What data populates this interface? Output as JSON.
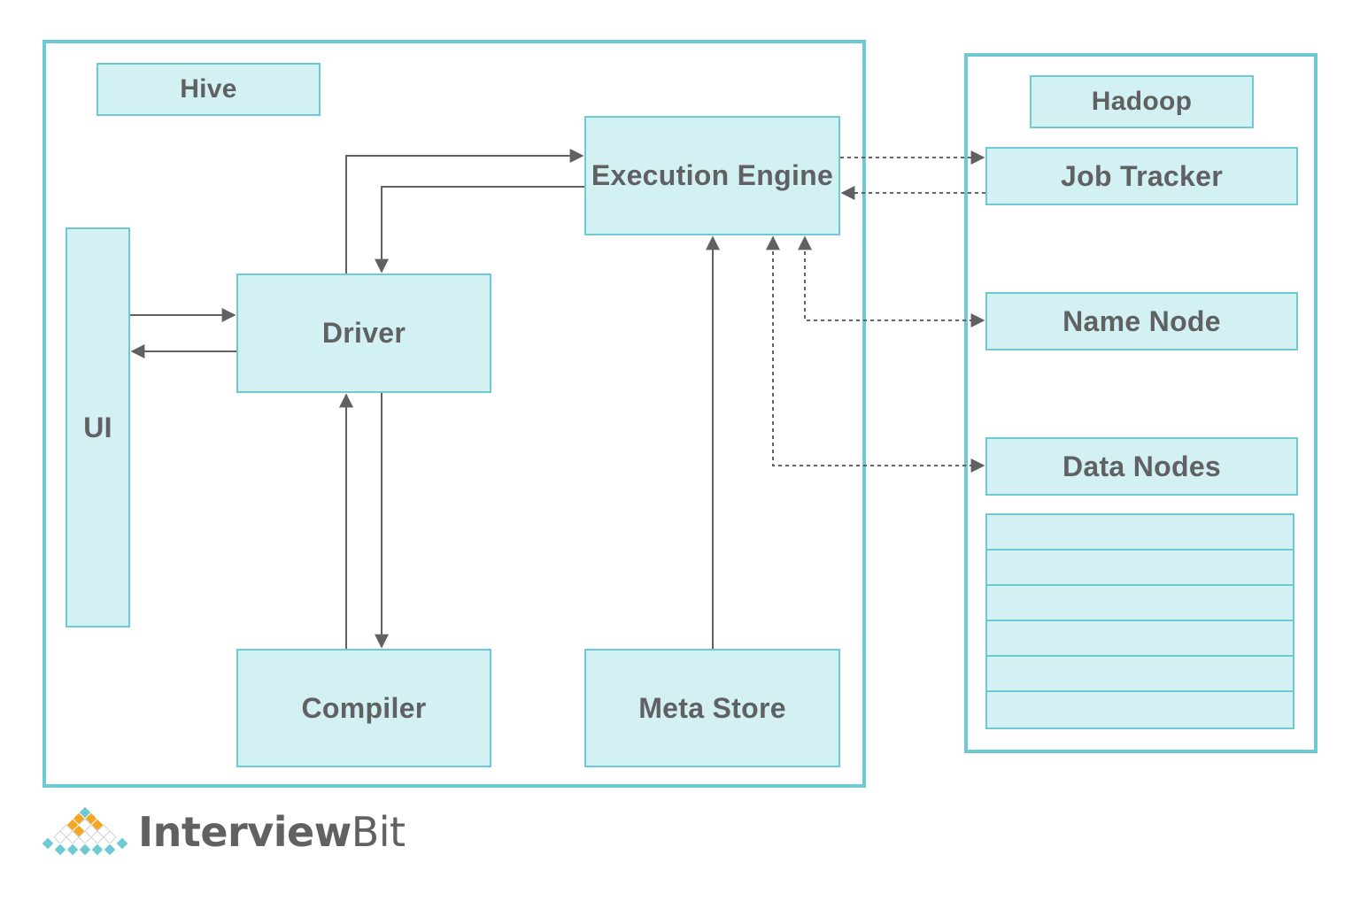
{
  "hive": {
    "title": "Hive",
    "ui": "UI",
    "driver": "Driver",
    "execution_engine": "Execution Engine",
    "compiler": "Compiler",
    "meta_store": "Meta Store"
  },
  "hadoop": {
    "title": "Hadoop",
    "job_tracker": "Job Tracker",
    "name_node": "Name Node",
    "data_nodes": "Data Nodes",
    "data_node_rows": 6
  },
  "brand": {
    "name_bold": "Interview",
    "name_regular": "Bit",
    "logo_icon": "diamond-grid-logo-icon"
  },
  "colors": {
    "box_fill": "#d3f0f2",
    "border": "#6ecad2",
    "text": "#5f6163",
    "arrow": "#5f6163",
    "logo_teal": "#6ecad2",
    "logo_orange": "#f5a623"
  }
}
